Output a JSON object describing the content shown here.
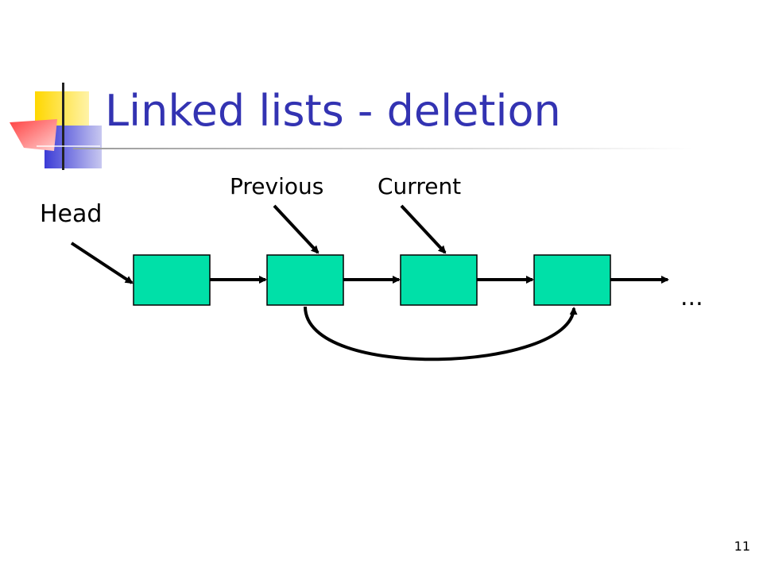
{
  "slide": {
    "title": "Linked lists - deletion",
    "page_number": "11"
  },
  "labels": {
    "head": "Head",
    "previous": "Previous",
    "current": "Current",
    "ellipsis": "..."
  },
  "colors": {
    "title": "#3333b2",
    "node_fill": "#00e0a8",
    "node_border": "#000000",
    "arrow": "#000000",
    "logo_yellow": "#ffd700",
    "logo_blue": "#3b3bd6",
    "logo_red": "#ff5050"
  },
  "diagram": {
    "node_count": 4
  }
}
